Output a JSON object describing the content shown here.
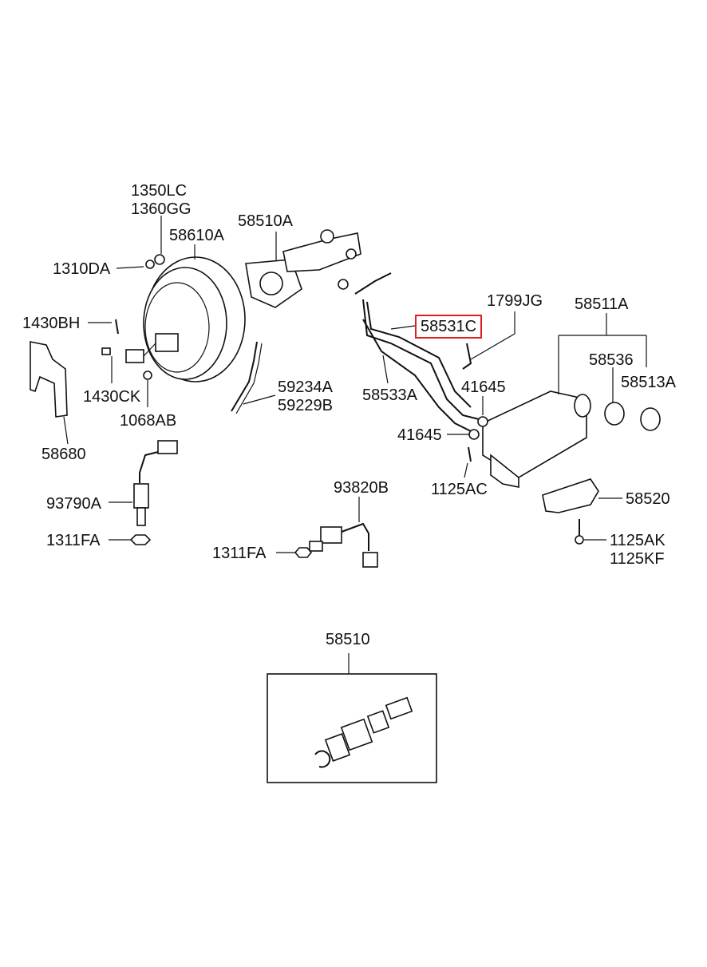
{
  "labels": {
    "p1350lc": "1350LC",
    "p1360gg": "1360GG",
    "p58610a": "58610A",
    "p1310da": "1310DA",
    "p1430bh": "1430BH",
    "p1430ck": "1430CK",
    "p1068ab": "1068AB",
    "p58680": "58680",
    "p58510a": "58510A",
    "p59234a": "59234A",
    "p59229b": "59229B",
    "p58531c": "58531C",
    "p58533a": "58533A",
    "p1799jg": "1799JG",
    "p58511a": "58511A",
    "p58536": "58536",
    "p58513a": "58513A",
    "p41645a": "41645",
    "p41645b": "41645",
    "p1125ac": "1125AC",
    "p58520": "58520",
    "p1125ak": "1125AK",
    "p1125kf": "1125KF",
    "p93790a": "93790A",
    "p1311fa_left": "1311FA",
    "p93820b": "93820B",
    "p1311fa_mid": "1311FA",
    "p58510": "58510"
  },
  "highlight_color": "#e02020"
}
